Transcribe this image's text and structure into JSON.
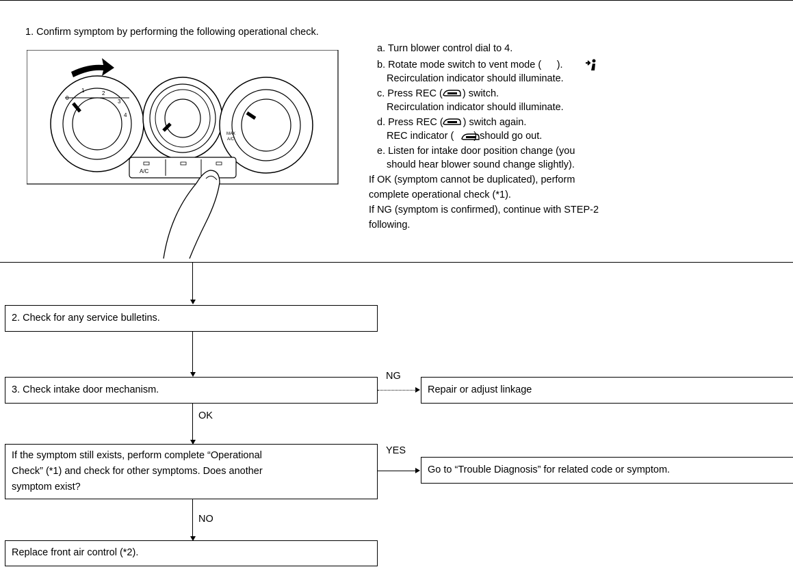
{
  "step1": {
    "title": "1. Confirm symptom by performing the following operational check.",
    "lines": [
      "a. Turn blower control dial to 4.",
      "b. Rotate mode switch to vent mode (   ).",
      "Recirculation indicator should illuminate.",
      "c. Press REC (  ) switch.",
      "Recirculation indicator should illuminate.",
      "d. Press REC (  ) switch again.",
      "REC indicator (  ) should go out.",
      "e. Listen for intake door position change (you",
      "should hear blower sound change slightly).",
      "If OK (symptom cannot be duplicated), perform",
      "complete operational check (*1).",
      "If NG (symptom is confirmed), continue with STEP-2",
      "following."
    ],
    "panel": {
      "blower_ticks": [
        "0",
        "1",
        "2",
        "3",
        "4"
      ],
      "button_ac": "A/C",
      "label_max": "MAX",
      "label_ac": "A/C"
    }
  },
  "step2": {
    "text": "2. Check for any service bulletins."
  },
  "step3": {
    "text": "3. Check intake door mechanism.",
    "ng_label": "NG",
    "ng_action": "Repair or adjust linkage",
    "ok_label": "OK"
  },
  "step4": {
    "line1": "If the symptom still exists, perform complete “Operational",
    "line2": "Check” (*1) and check for other symptoms. Does another",
    "line3": "symptom exist?",
    "yes_label": "YES",
    "yes_action": "Go to “Trouble Diagnosis” for related code or symptom.",
    "no_label": "NO"
  },
  "step5": {
    "text": "Replace front air control (*2)."
  }
}
